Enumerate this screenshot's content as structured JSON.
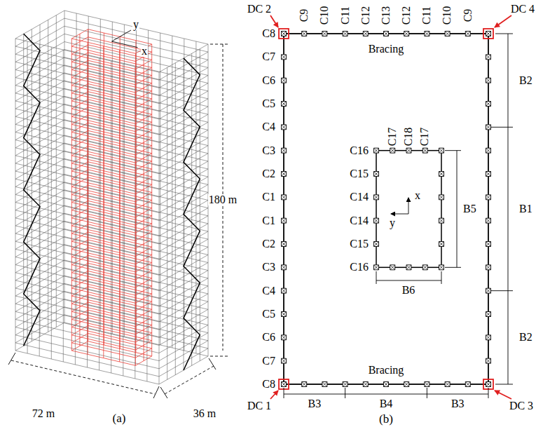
{
  "diagram": {
    "labels": [
      "y",
      "x",
      "180 m",
      "72 m",
      "(a)",
      "36 m",
      "DC 2",
      "C9",
      "C10",
      "C11",
      "C12",
      "C13",
      "C12",
      "C11",
      "C10",
      "C9",
      "DC 4",
      "C8",
      "C7",
      "C6",
      "C5",
      "C4",
      "C3",
      "C2",
      "C1",
      "C1",
      "C2",
      "C3",
      "C4",
      "C5",
      "C6",
      "C7",
      "C8",
      "Bracing",
      "B2",
      "C17",
      "C18",
      "C17",
      "C16",
      "C15",
      "C14",
      "C14",
      "C15",
      "C16",
      "x",
      "y",
      "B5",
      "B1",
      "B6",
      "B2",
      "Bracing",
      "DC 1",
      "B3",
      "B4",
      "B3",
      "DC 3",
      "(b)"
    ]
  }
}
